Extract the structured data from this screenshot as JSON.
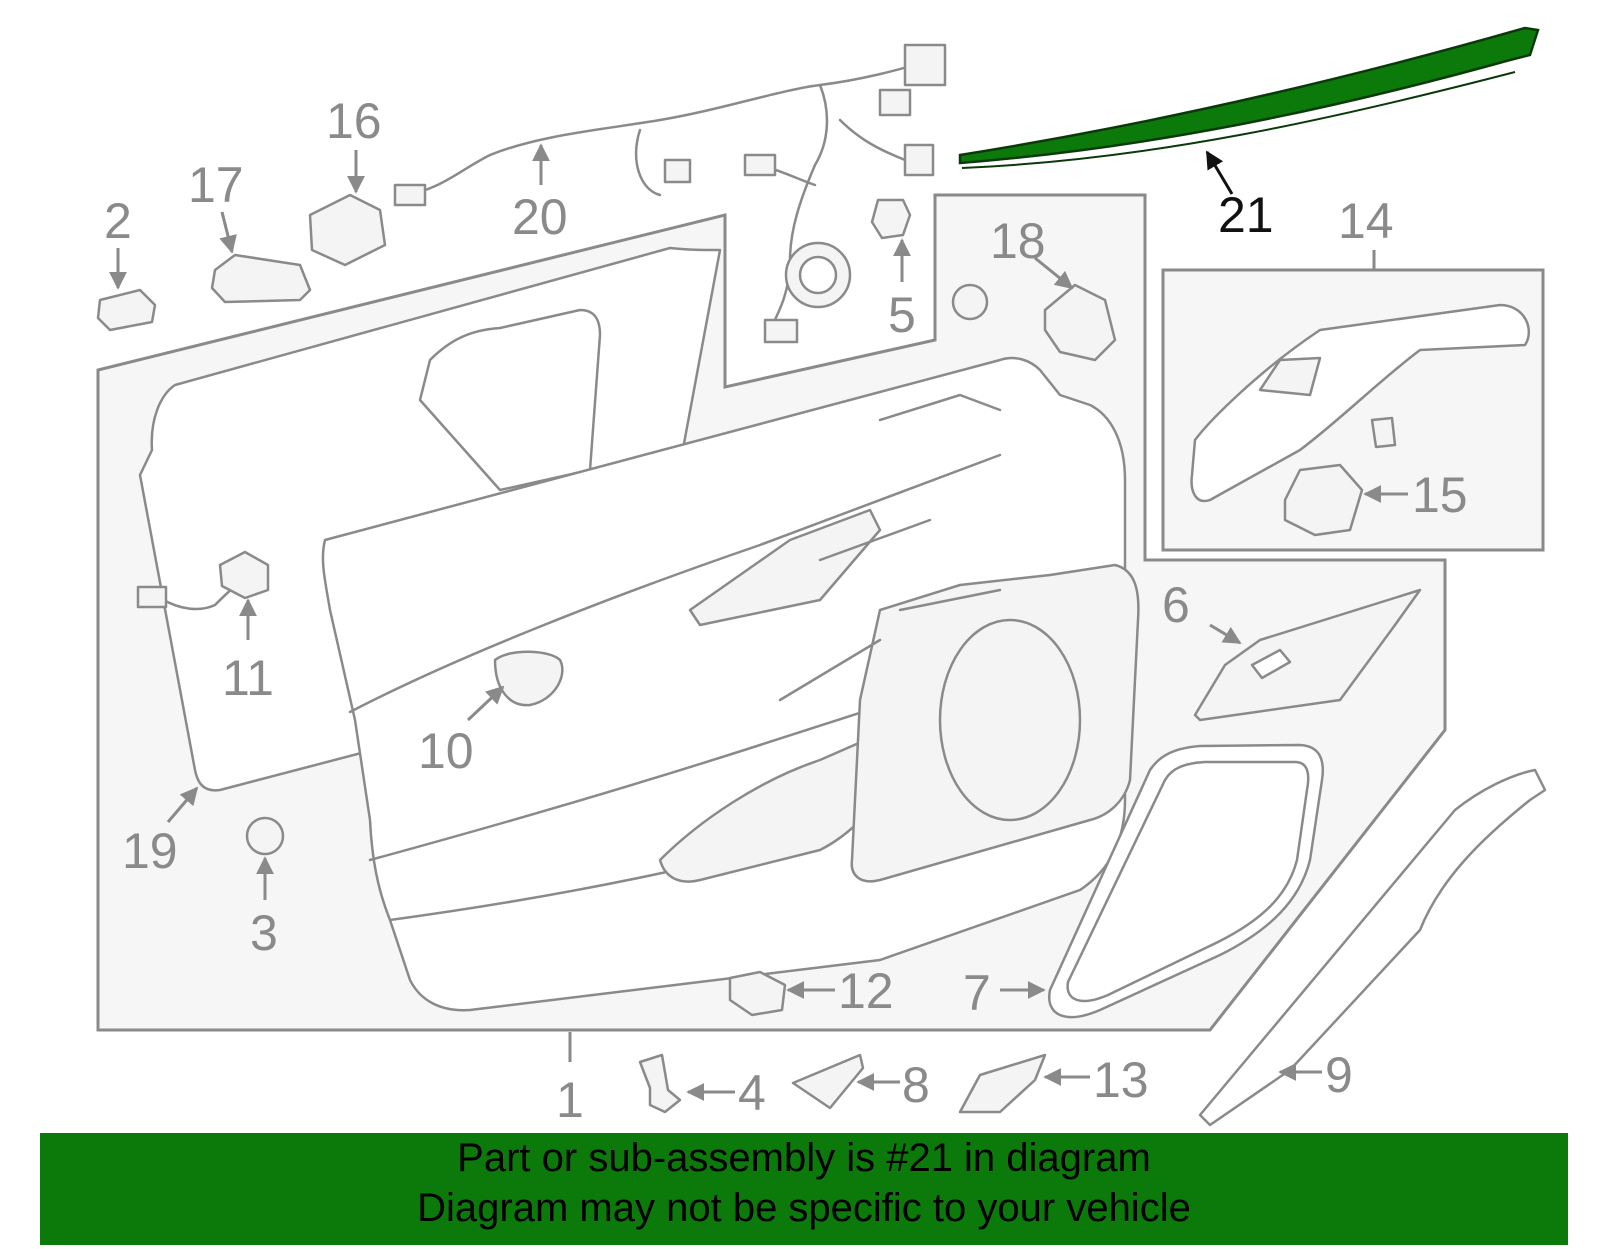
{
  "diagram": {
    "highlight_color": "#0b7a0b",
    "highlighted_part": "21",
    "callouts": [
      "1",
      "2",
      "3",
      "4",
      "5",
      "6",
      "7",
      "8",
      "9",
      "10",
      "11",
      "12",
      "13",
      "14",
      "15",
      "16",
      "17",
      "18",
      "19",
      "20",
      "21"
    ]
  },
  "banner": {
    "line1": "Part or sub-assembly is #21 in diagram",
    "line2": "Diagram may not be specific to your vehicle",
    "background": "#0b7a0b"
  }
}
